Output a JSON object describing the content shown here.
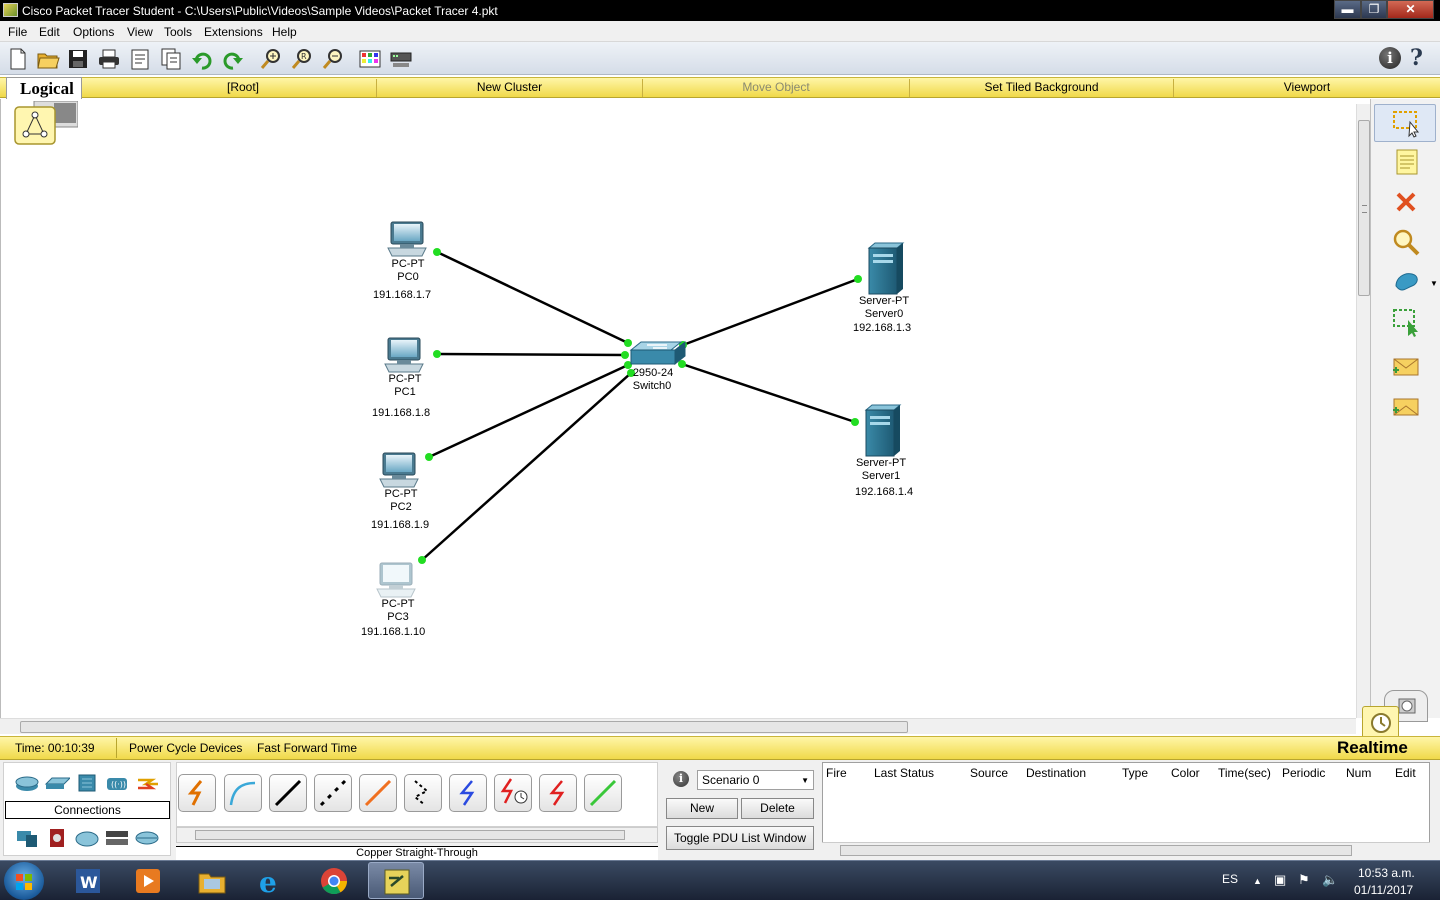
{
  "window": {
    "title": "Cisco Packet Tracer Student - C:\\Users\\Public\\Videos\\Sample Videos\\Packet Tracer 4.pkt",
    "min_label": "▬",
    "max_label": "❐",
    "close_label": "✕"
  },
  "menu": [
    "File",
    "Edit",
    "Options",
    "View",
    "Tools",
    "Extensions",
    "Help"
  ],
  "toolbar": {
    "icons": [
      "new-icon",
      "open-icon",
      "save-icon",
      "print-icon",
      "activity-wizard-icon",
      "copy-icon",
      "paste-icon",
      "undo-icon",
      "redo-icon",
      "zoom-in-icon",
      "zoom-reset-icon",
      "zoom-out-icon",
      "palette-icon",
      "custom-device-icon"
    ],
    "info_label": "i",
    "help_label": "?"
  },
  "logical_bar": {
    "tab": "Logical",
    "root": "[Root]",
    "new_cluster": "New Cluster",
    "move_object": "Move Object",
    "set_tiled_background": "Set Tiled Background",
    "viewport": "Viewport"
  },
  "devices": {
    "pc0": {
      "type": "PC-PT",
      "name": "PC0",
      "ip": "191.168.1.7"
    },
    "pc1": {
      "type": "PC-PT",
      "name": "PC1",
      "ip": "191.168.1.8"
    },
    "pc2": {
      "type": "PC-PT",
      "name": "PC2",
      "ip": "191.168.1.9"
    },
    "pc3": {
      "type": "PC-PT",
      "name": "PC3",
      "ip": "191.168.1.10"
    },
    "switch0": {
      "type": "2950-24",
      "name": "Switch0"
    },
    "server0": {
      "type": "Server-PT",
      "name": "Server0",
      "ip": "192.168.1.3"
    },
    "server1": {
      "type": "Server-PT",
      "name": "Server1",
      "ip": "192.168.1.4"
    }
  },
  "link_color": "#000000",
  "link_status_color": "#22dd22",
  "time_bar": {
    "time": "Time: 00:10:39",
    "power_cycle": "Power Cycle Devices",
    "fast_forward": "Fast Forward Time",
    "mode": "Realtime"
  },
  "connections": {
    "label": "Connections",
    "selected_cable": "Copper Straight-Through",
    "cable_types": [
      "automatic-icon",
      "console-icon",
      "copper-straight-icon",
      "copper-cross-icon",
      "fiber-icon",
      "phone-icon",
      "coaxial-icon",
      "serial-dce-icon",
      "serial-dte-icon",
      "octal-icon"
    ]
  },
  "scenario": {
    "info_label": "i",
    "selected": "Scenario 0",
    "new_label": "New",
    "delete_label": "Delete",
    "toggle_label": "Toggle PDU List Window"
  },
  "pdu_table": {
    "columns": [
      "Fire",
      "Last Status",
      "Source",
      "Destination",
      "Type",
      "Color",
      "Time(sec)",
      "Periodic",
      "Num",
      "Edit"
    ]
  },
  "taskbar": {
    "language": "ES",
    "time": "10:53 a.m.",
    "date": "01/11/2017"
  }
}
